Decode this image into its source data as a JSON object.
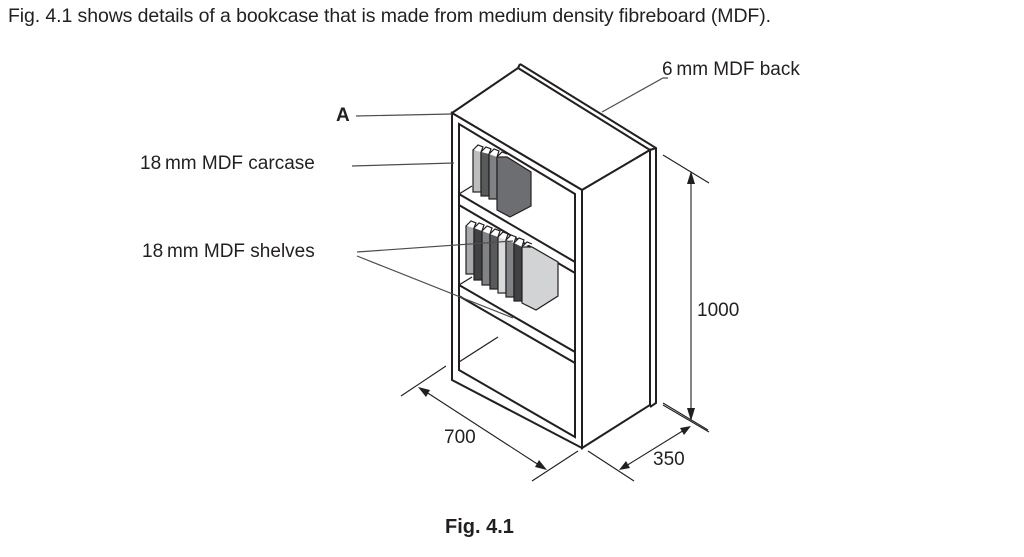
{
  "intro_text": "Fig. 4.1 shows details of a bookcase that is made from medium density fibreboard (MDF).",
  "figure": {
    "caption": "Fig. 4.1",
    "labels": {
      "point_a": "A",
      "carcase": "18 mm MDF carcase",
      "shelves": "18 mm MDF shelves",
      "back": "6 mm MDF back"
    },
    "dimensions": {
      "height": "1000",
      "width": "700",
      "depth": "350"
    },
    "colors": {
      "line": "#231f20",
      "leader": "#4d4d4d",
      "book_dark": "#58595b",
      "book_mid": "#808285",
      "book_light": "#bcbec0",
      "book_pale": "#d9dadb"
    }
  }
}
